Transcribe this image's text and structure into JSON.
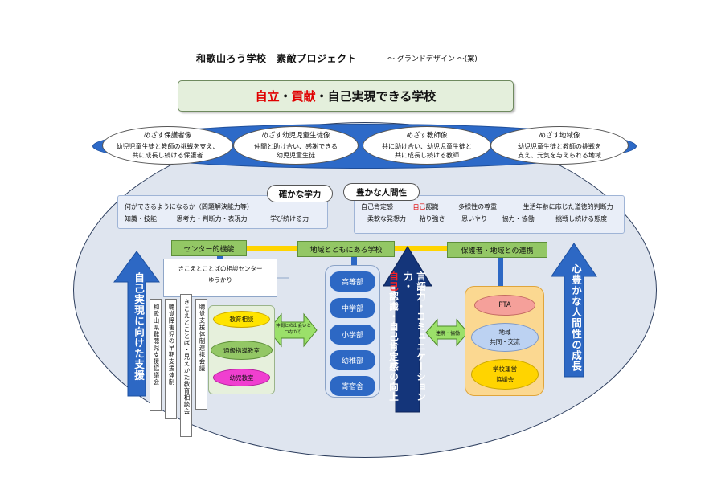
{
  "header": {
    "title": "和歌山ろう学校　素敵プロジェクト",
    "subtitle": "～ グランドデザイン ～(案)"
  },
  "banner": {
    "part1": "自立",
    "dot1": "・",
    "part2": "貢献",
    "part3": "・自己実現できる学校"
  },
  "goals": [
    {
      "title": "めざす保護者像",
      "line1": "幼児児童生徒と教師の挑戦を支え、",
      "line2": "共に成長し続ける保護者"
    },
    {
      "title": "めざす幼児児童生徒像",
      "line1": "仲間と助け合い、感謝できる",
      "line2": "幼児児童生徒"
    },
    {
      "title": "めざす教師像",
      "line1": "共に助け合い、幼児児童生徒と",
      "line2": "共に成長し続ける教師"
    },
    {
      "title": "めざす地域像",
      "line1": "幼児児童生徒と教師の挑戦を",
      "line2": "支え、元気を与えられる地域"
    }
  ],
  "ability": {
    "heading": "確かな学力",
    "line1": "何ができるようになるか（問題解決能力等）",
    "items": [
      "知識・技能",
      "思考力・判断力・表現力",
      "学び続ける力"
    ]
  },
  "humanity": {
    "heading": "豊かな人間性",
    "row1_a": "自己肯定感",
    "row1_b_red": "自己",
    "row1_b_rest": "認識",
    "row1_c": "多様性の尊重",
    "row1_d": "生活年齢に応じた道徳的判断力",
    "row2": [
      "柔軟な発想力",
      "粘り強さ",
      "思いやり",
      "協力・協働",
      "挑戦し続ける態度"
    ]
  },
  "labels": {
    "center_function": "センター的機能",
    "community": "地域とともにある学校",
    "partnership": "保護者・地域との連携"
  },
  "center": {
    "line1": "きこえとことばの相談センター",
    "line2": "ゆうかり",
    "items": [
      "教育相談",
      "通級指導教室",
      "幼児教室"
    ]
  },
  "vertical_boxes": [
    "和歌山県難聴児支援協議会",
    "聴覚障害児の早期支援体制",
    "きこえとことば・見えかた教育相談会",
    "聴覚支援体制連携会議"
  ],
  "schools": [
    "高等部",
    "中学部",
    "小学部",
    "幼稚部",
    "寄宿舎"
  ],
  "arrows": {
    "left_big": "自己実現に向けた支援",
    "right_big": "心豊かな人間性の成長",
    "middle_red": "自己",
    "middle_line1": "言語力・コミュニケーション力・",
    "middle_line2": "認識・自己肯定感の向上",
    "left_double": "仲間との出会いと\nつながり",
    "right_double": "連携・協働"
  },
  "partners": {
    "pta": "PTA",
    "community_line1": "地域",
    "community_line2": "共同・交流",
    "council_line1": "学校運営",
    "council_line2": "協議会"
  },
  "colors": {
    "blue": "#2d68c4",
    "green": "#93c765",
    "yellow": "#ffd400",
    "orange": "#fbd891",
    "red": "#e00000"
  }
}
